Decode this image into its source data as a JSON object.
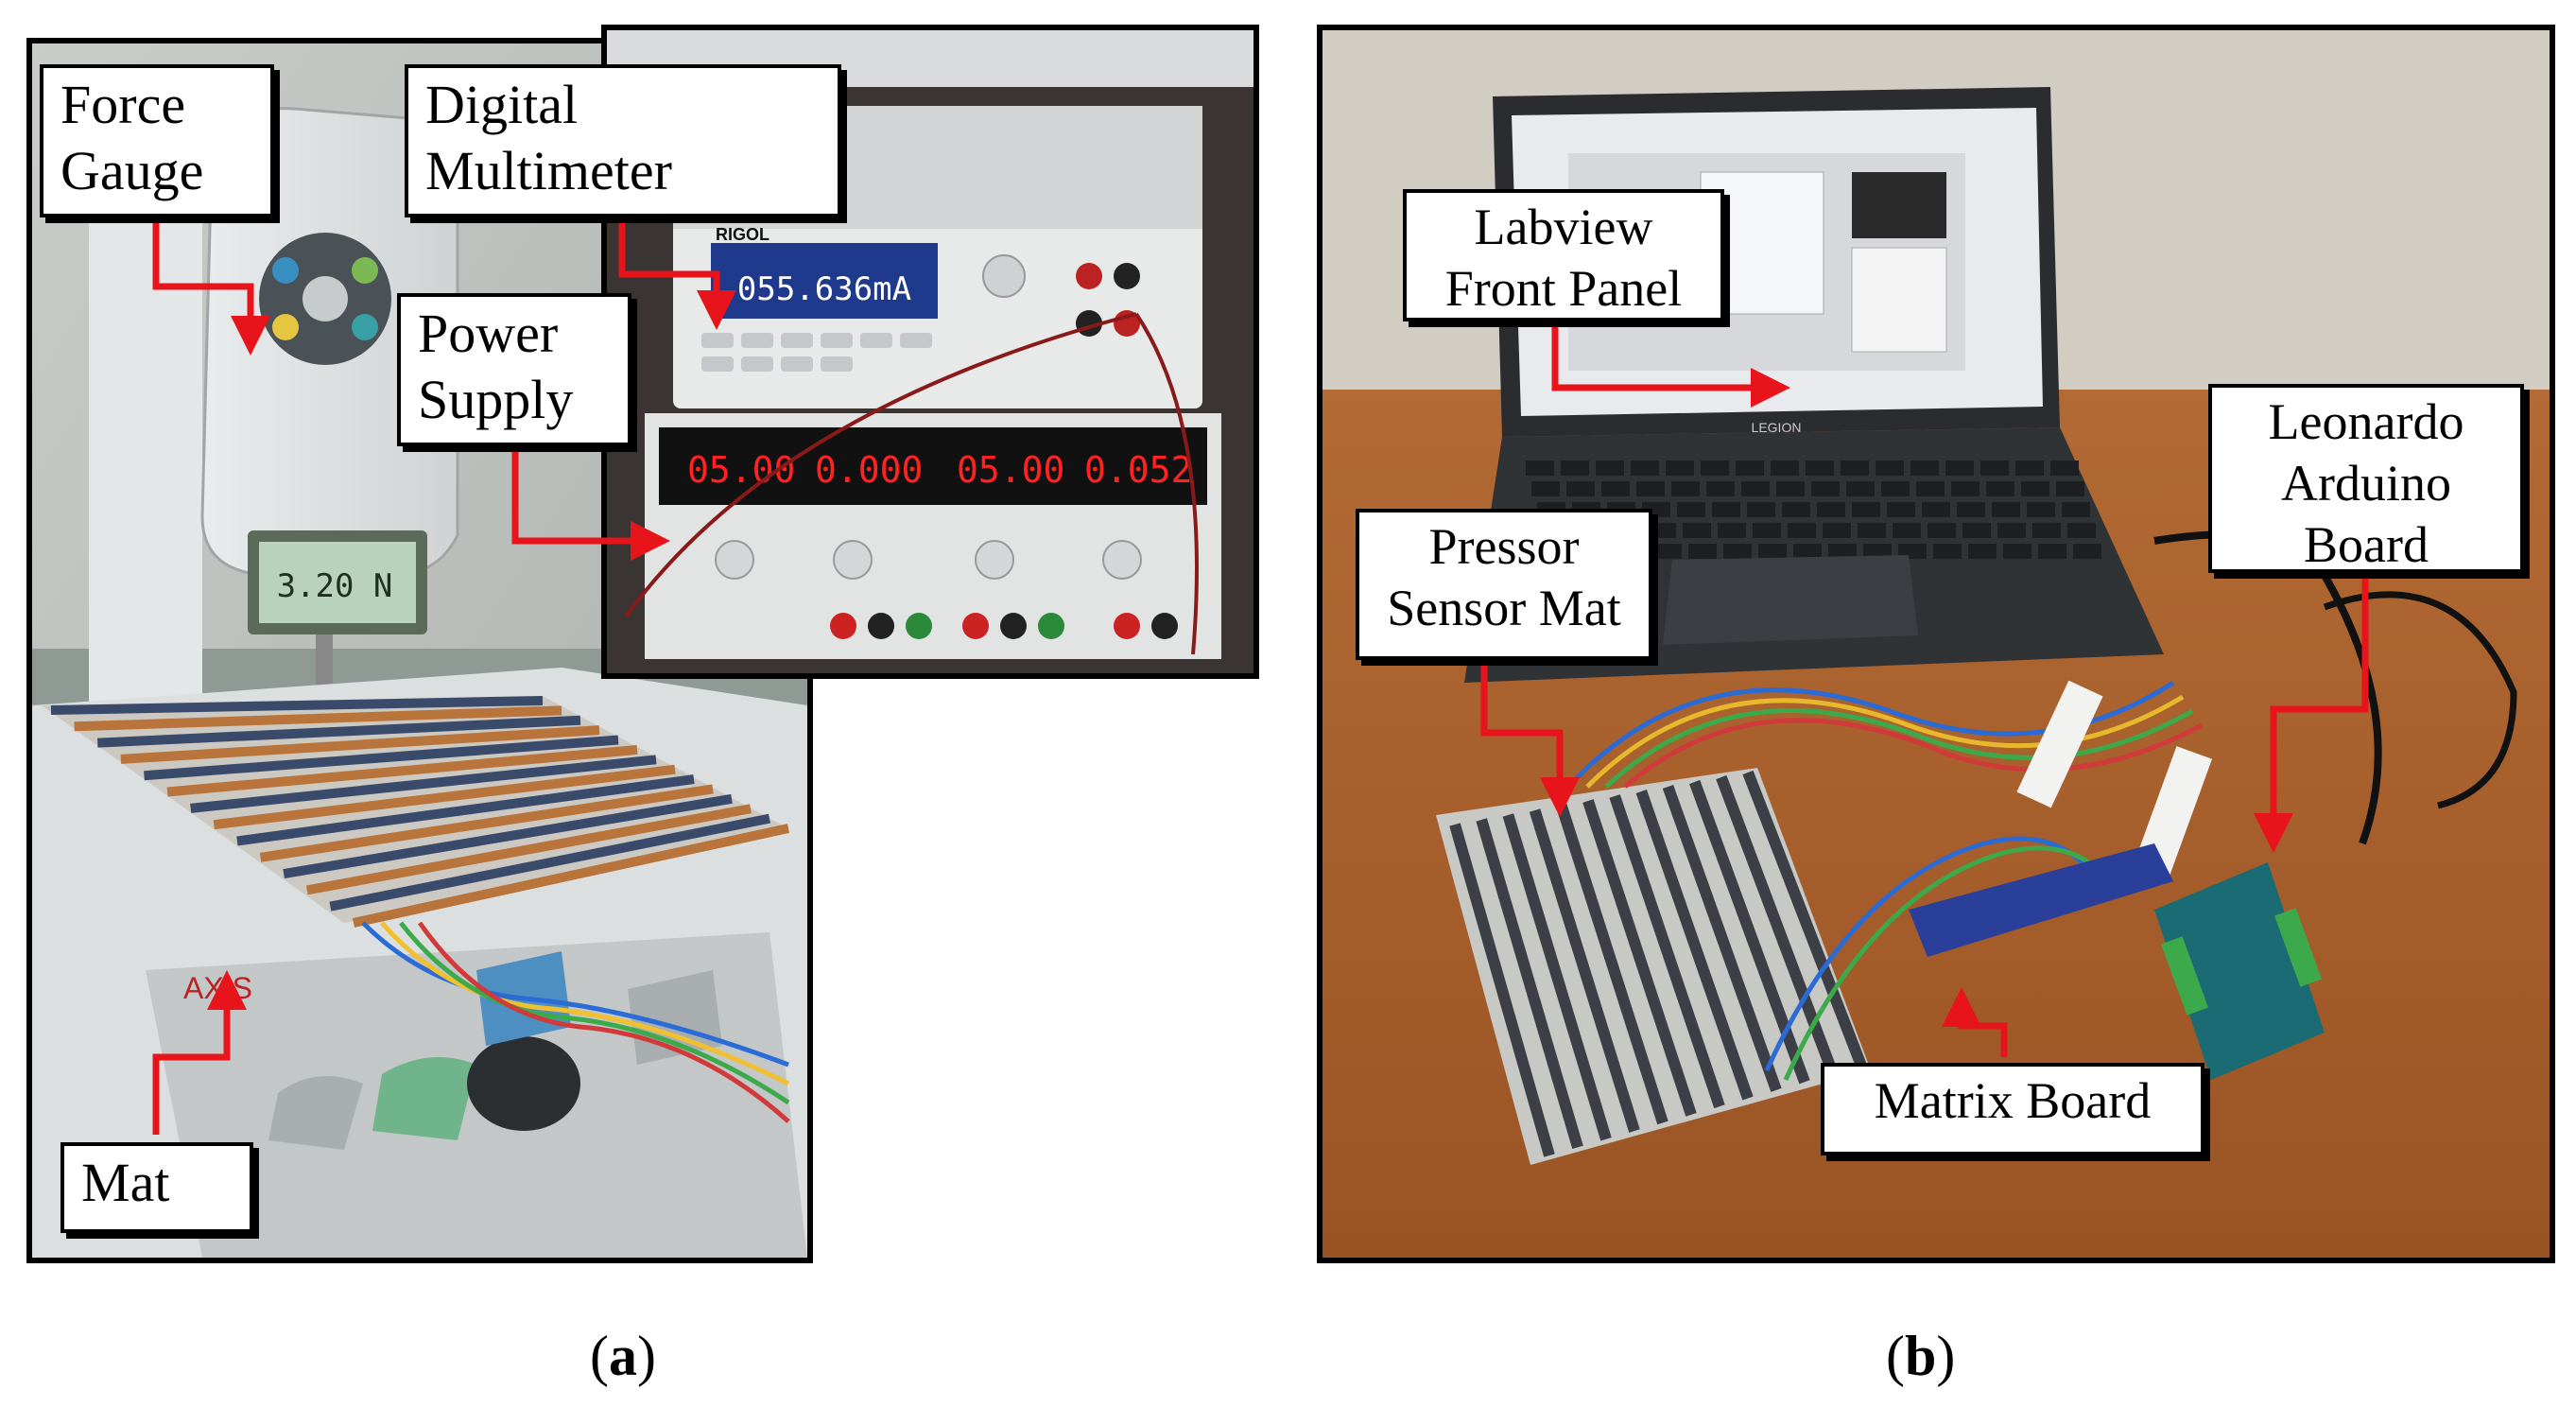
{
  "panel_a": {
    "caption_letter": "a",
    "labels": {
      "force_gauge": "Force\nGauge",
      "digital_multimeter": "Digital\nMultimeter",
      "power_supply": "Power\nSupply",
      "mat": "Mat"
    },
    "device_text": {
      "multimeter_brand": "RIGOL",
      "multimeter_reading": "055.636mA",
      "psu_ch1_volt": "05.00",
      "psu_ch1_amp": "0.000",
      "psu_ch2_volt": "05.00",
      "psu_ch2_amp": "0.052",
      "gauge_reading": "3.20 N",
      "gauge_brand": "AXIS"
    }
  },
  "panel_b": {
    "caption_letter": "b",
    "labels": {
      "labview": "Labview\nFront Panel",
      "leonardo": "Leonardo\nArduino\nBoard",
      "pressor": "Pressor\nSensor Mat",
      "matrix": "Matrix Board"
    },
    "device_text": {
      "laptop_brand": "LEGION"
    }
  },
  "colors": {
    "arrow": "#e8141b",
    "label_border": "#000000"
  }
}
